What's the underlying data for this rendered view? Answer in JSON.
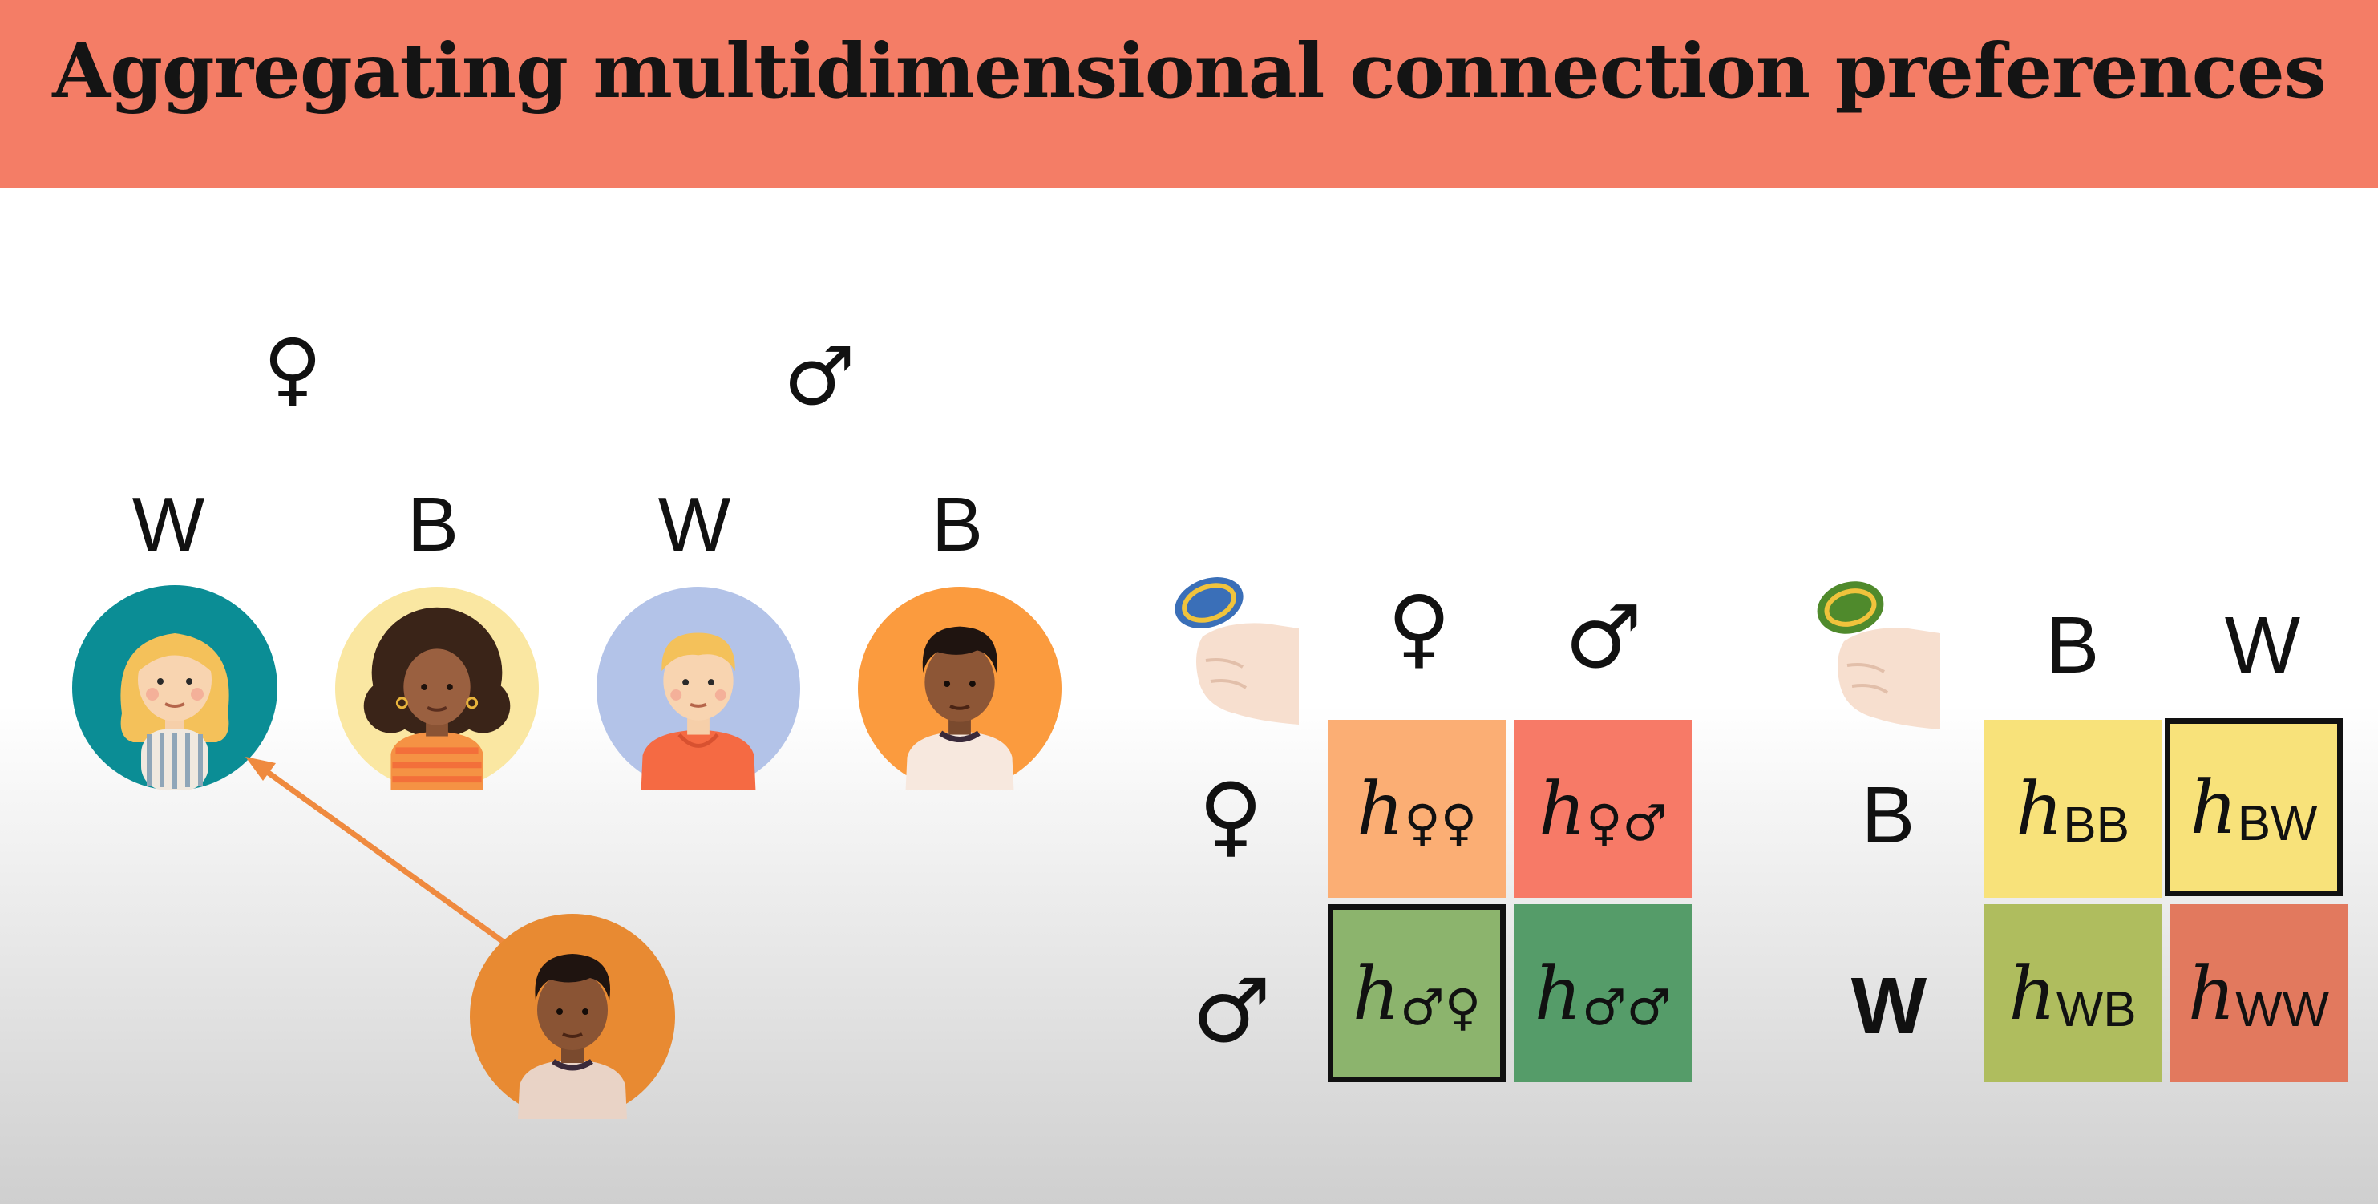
{
  "title": "Aggregating multidimensional connection preferences",
  "people": {
    "gender_labels": {
      "female": "♀",
      "male": "♂"
    },
    "group_labels": [
      "W",
      "B",
      "W",
      "B"
    ]
  },
  "gender_matrix": {
    "col_headers": [
      "♀",
      "♂"
    ],
    "row_headers": [
      "♀",
      "♂"
    ],
    "cells": [
      {
        "h": "h",
        "sub": "♀♀",
        "color": "#fbae74"
      },
      {
        "h": "h",
        "sub": "♀♂",
        "color": "#f77a67"
      },
      {
        "h": "h",
        "sub": "♂♀",
        "color": "#8cb46d"
      },
      {
        "h": "h",
        "sub": "♂♂",
        "color": "#559c69"
      }
    ]
  },
  "race_matrix": {
    "col_headers": [
      "B",
      "W"
    ],
    "row_headers": [
      "B",
      "W"
    ],
    "cells": [
      {
        "h": "h",
        "sub": "BB",
        "color": "#f8e27a"
      },
      {
        "h": "h",
        "sub": "BW",
        "color": "#f8e27a"
      },
      {
        "h": "h",
        "sub": "WB",
        "color": "#afbd5e"
      },
      {
        "h": "h",
        "sub": "WW",
        "color": "#e2795e"
      }
    ]
  },
  "colors": {
    "banner": "#f47d66",
    "arrow": "#ef8a3f"
  }
}
